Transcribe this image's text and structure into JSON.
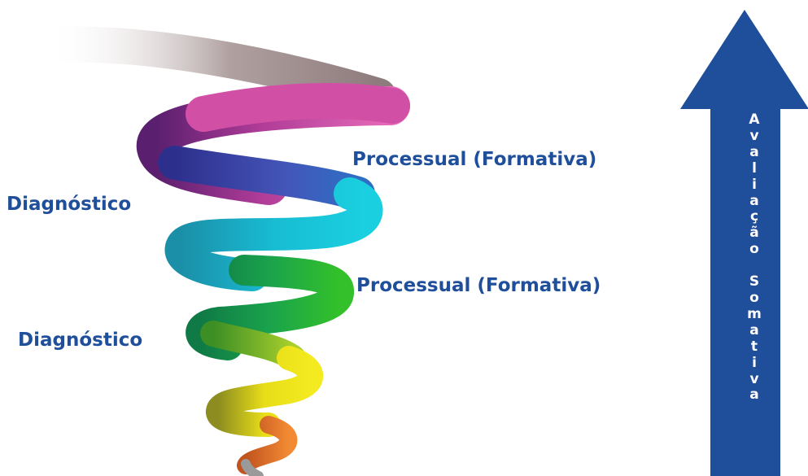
{
  "labels": {
    "processual_1": "Processual (Formativa)",
    "processual_2": "Processual (Formativa)",
    "diagnostico_1": "Diagnóstico",
    "diagnostico_2": "Diagnóstico"
  },
  "arrow": {
    "letters": [
      "A",
      "v",
      "a",
      "l",
      "i",
      "a",
      "ç",
      "ã",
      "o",
      " ",
      "S",
      "o",
      "m",
      "a",
      "t",
      "i",
      "v",
      "a"
    ],
    "color": "#1f4e9b"
  },
  "colors": {
    "label": "#1f4e9b",
    "spiral": [
      "#a89a9a",
      "#d24fa6",
      "#7a2a86",
      "#3a4fb0",
      "#18bcd3",
      "#1aa06a",
      "#2eb72e",
      "#6dbf2e",
      "#f2e312",
      "#ef7a2c"
    ]
  }
}
